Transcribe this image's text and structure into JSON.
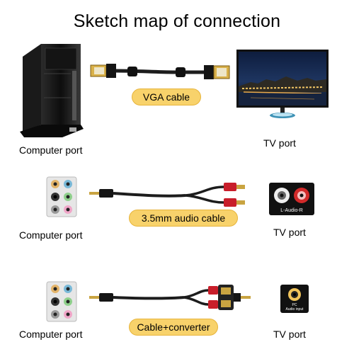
{
  "title": "Sketch map of connection",
  "rows": [
    {
      "left_label": "Computer port",
      "cable_label": "VGA cable",
      "right_label": "TV port"
    },
    {
      "left_label": "Computer port",
      "cable_label": "3.5mm audio cable",
      "right_label": "TV port"
    },
    {
      "left_label": "Computer port",
      "cable_label": "Cable+converter",
      "right_label": "TV port"
    }
  ],
  "tv_audio_panel_text": "L-Audio-R",
  "tv_pc_port_text": [
    "PC",
    "Audio input"
  ],
  "colors": {
    "pill_fill": "#f8d26b",
    "pill_border": "#e7b43b",
    "cable": "#1c1c1c",
    "red_plug": "#c81e2a",
    "tv_screen_city": "#1e3560"
  }
}
